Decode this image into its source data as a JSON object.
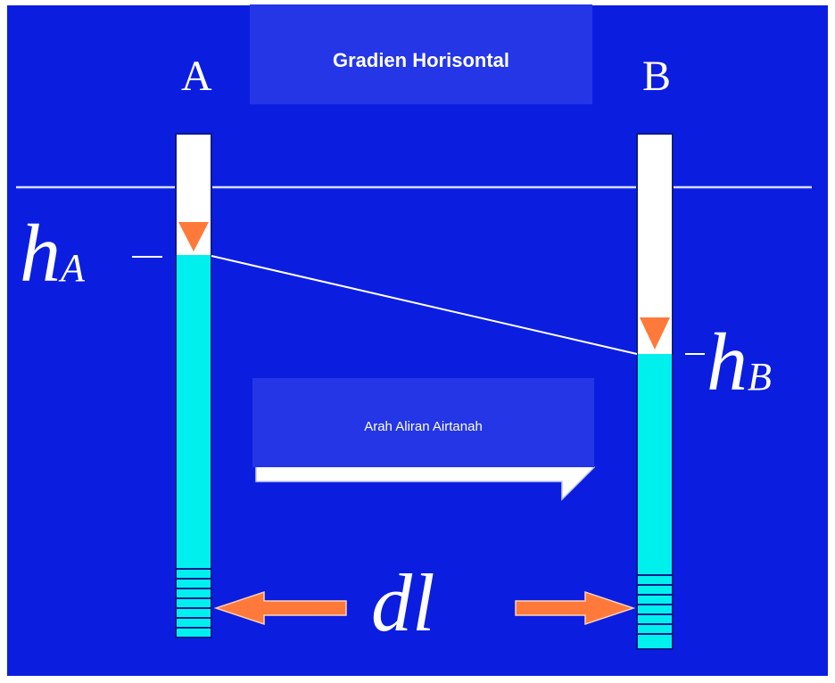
{
  "title": "Gradien Horisontal",
  "wells": {
    "a": {
      "label": "A",
      "head_label": "h",
      "head_subscript": "A"
    },
    "b": {
      "label": "B",
      "head_label": "h",
      "head_subscript": "B"
    }
  },
  "flow_label": "Arah Aliran Airtanah",
  "distance_label": "dl",
  "colors": {
    "background": "#0b1ee0",
    "panel": "#2436e6",
    "water": "#00f0ee",
    "casing": "#ffffff",
    "marker": "#ff7a3a",
    "line": "#ffffff"
  }
}
